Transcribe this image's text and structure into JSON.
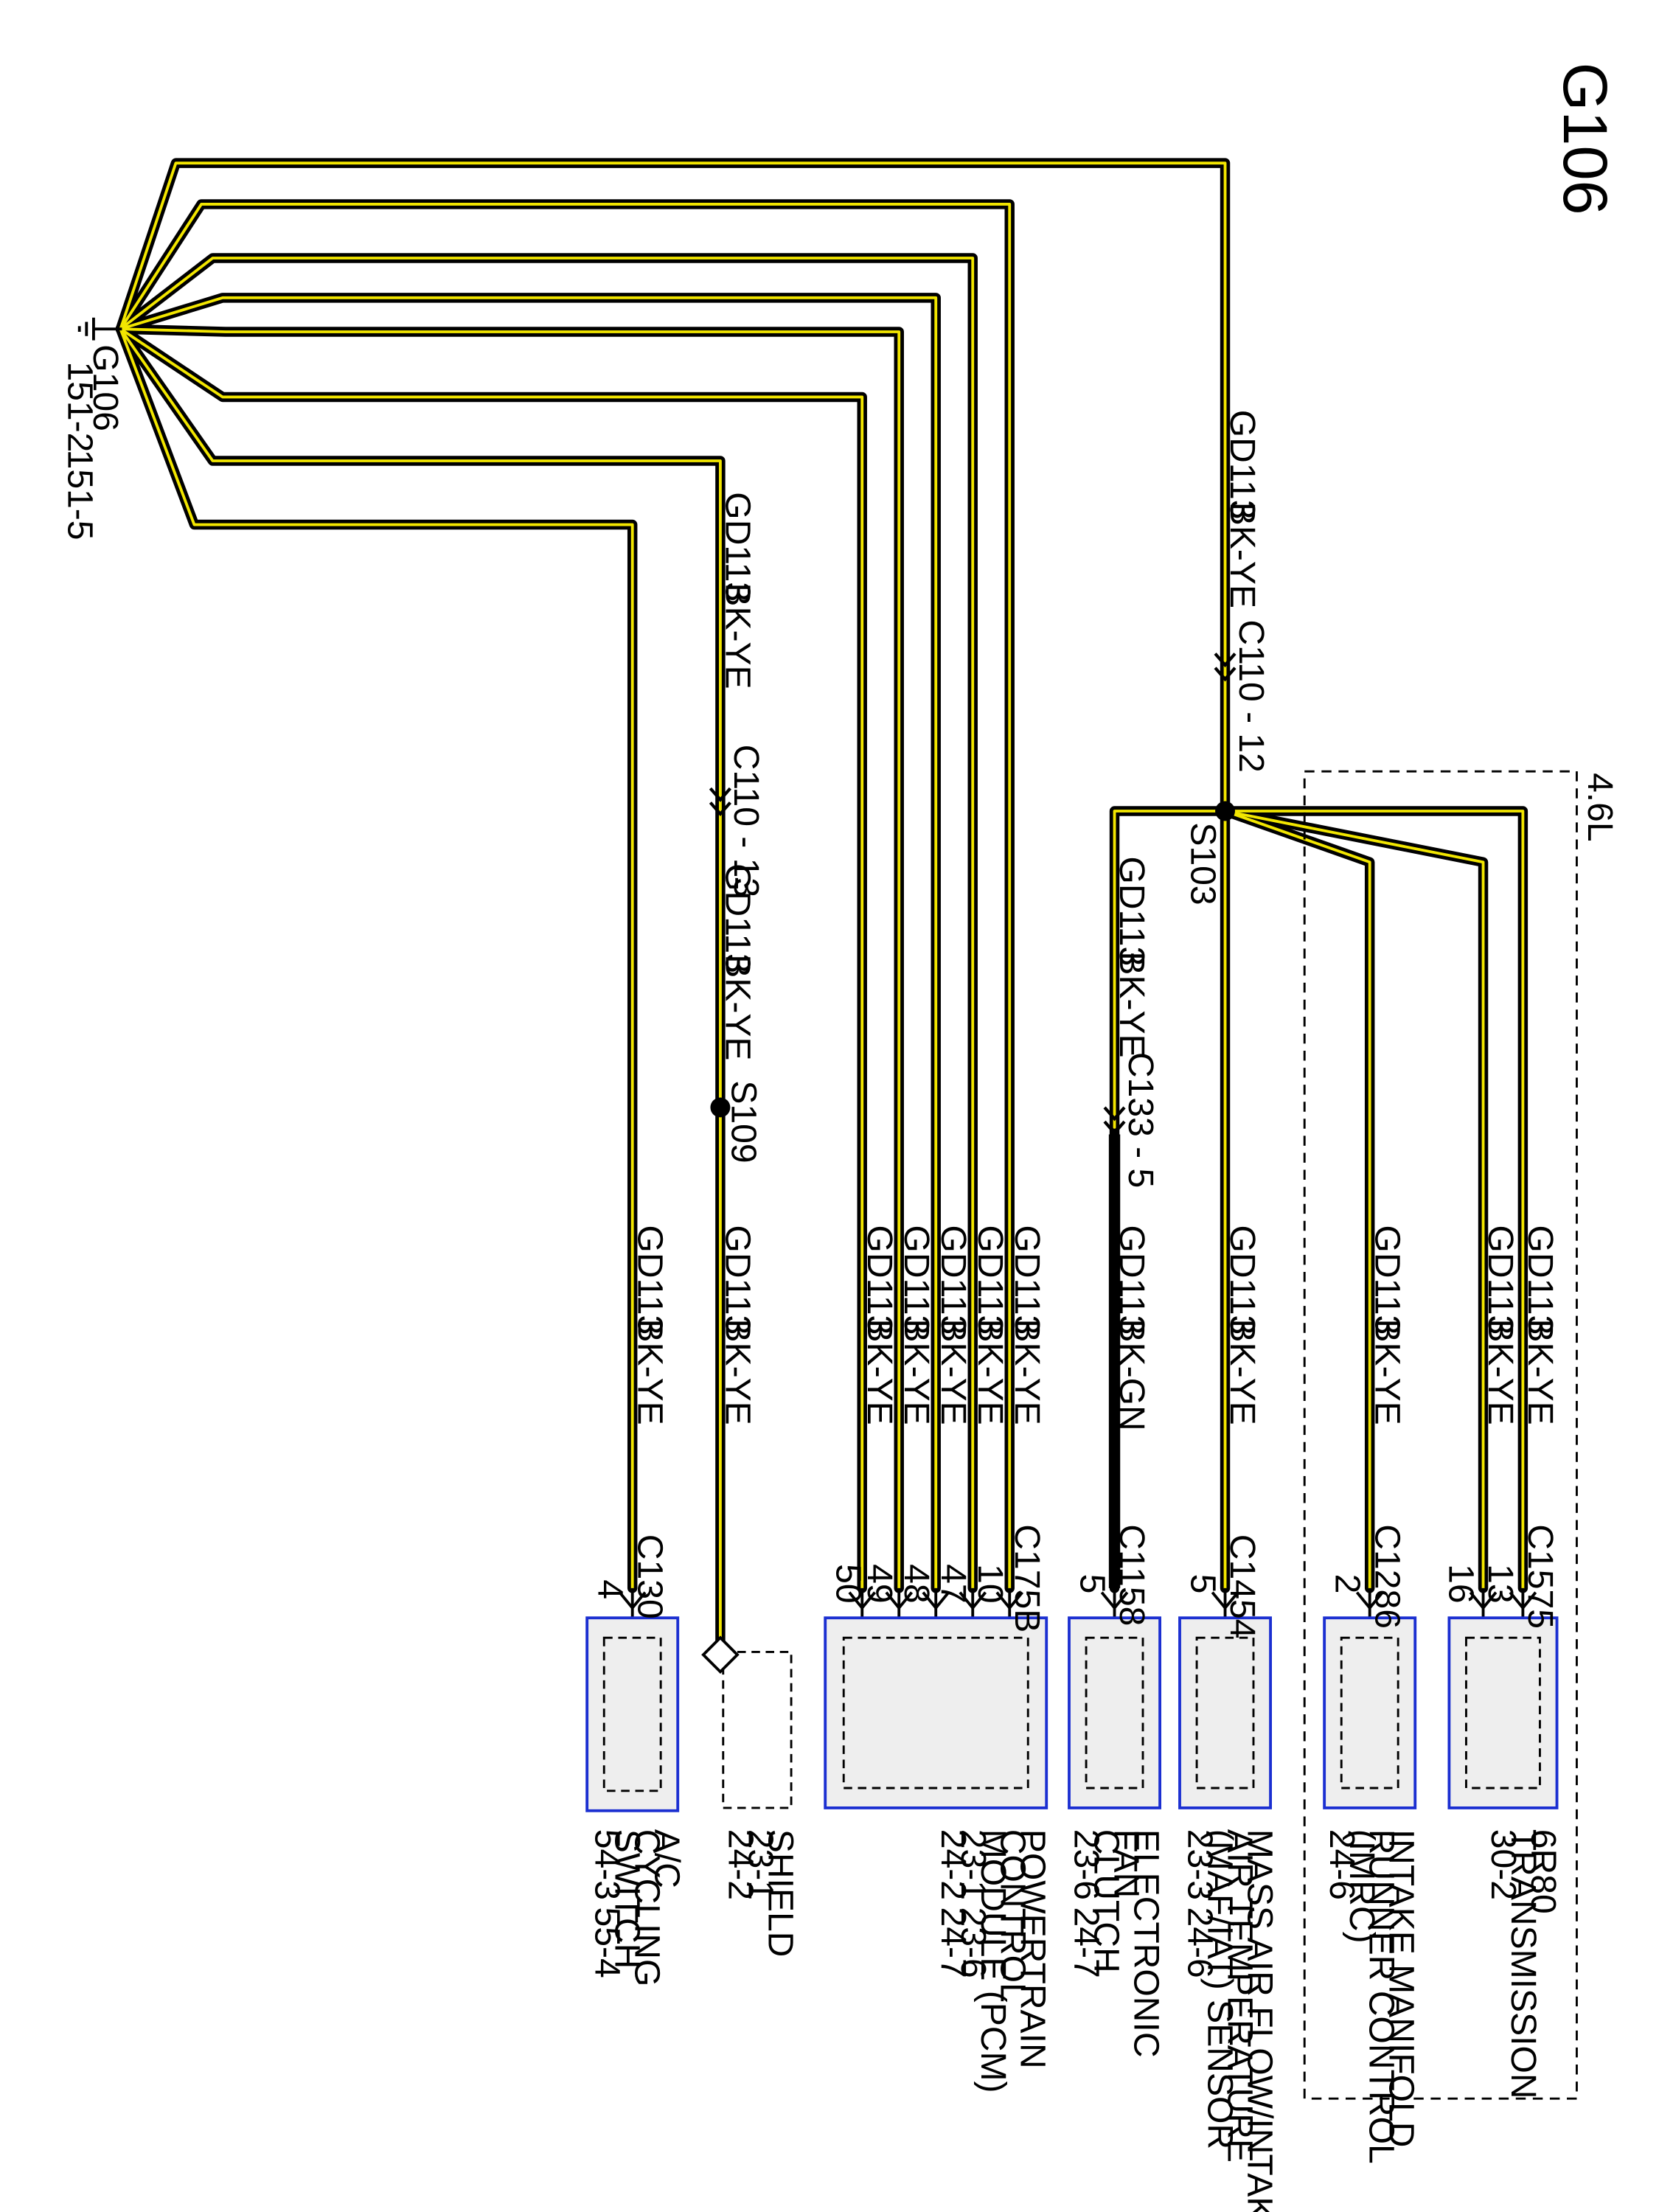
{
  "title": "G106",
  "ground": {
    "name": "G106",
    "refs": [
      "151-2",
      "151-5"
    ]
  },
  "variant_label": "4.6L",
  "splices": {
    "s103": "S103",
    "s109": "S109"
  },
  "inline_connectors": {
    "c110_12": "C110 - 12",
    "c110_13": "C110 - 13",
    "c133_5": "C133 - 5"
  },
  "wire_circuit": "GD113",
  "wire_color_main": "BK-YE",
  "wire_color_fan": "BK-GN",
  "colors": {
    "wire_core": "#000000",
    "wire_tracer": "#f2e600",
    "component_border": "#1b2fd1",
    "component_fill": "#eeeeee"
  },
  "components": {
    "trans": {
      "connector": "C1575",
      "pins": [
        "13",
        "16"
      ],
      "name_lines": [
        "6R80",
        "TRANSMISSION"
      ],
      "refs": [
        "30-2"
      ]
    },
    "imrc": {
      "connector": "C1286",
      "pins": [
        "2"
      ],
      "name_lines": [
        "INTAKE MANIFOLD",
        "RUNNER CONTROL",
        "(IMRC)"
      ],
      "refs": [
        "24-6"
      ]
    },
    "maf": {
      "connector": "C1454",
      "pins": [
        "5"
      ],
      "name_lines": [
        "MASS AIR FLOW/INTAKE",
        "AIR TEMPERATURE",
        "(MAF/IAT) SENSOR"
      ],
      "refs": [
        "23-3",
        "24-6"
      ]
    },
    "fan": {
      "connector": "C1158",
      "pins": [
        "5"
      ],
      "name_lines": [
        "ELECTRONIC",
        "FAN",
        "CLUTCH"
      ],
      "refs": [
        "23-6",
        "24-7"
      ]
    },
    "pcm": {
      "connector": "C175B",
      "pins": [
        "10",
        "47",
        "48",
        "49",
        "50"
      ],
      "name_lines": [
        "POWERTRAIN",
        "CONTROL",
        "MODULE (PCM)"
      ],
      "refs": [
        "23-1",
        "23-6",
        "24-2",
        "24-7"
      ]
    },
    "shield": {
      "name_lines": [
        "SHIELD"
      ],
      "refs": [
        "23-1",
        "24-2"
      ]
    },
    "ac": {
      "connector": "C130",
      "pins": [
        "4"
      ],
      "name_lines": [
        "A/C",
        "CYCLING",
        "SWITCH"
      ],
      "refs": [
        "54-3",
        "55-4"
      ]
    }
  }
}
